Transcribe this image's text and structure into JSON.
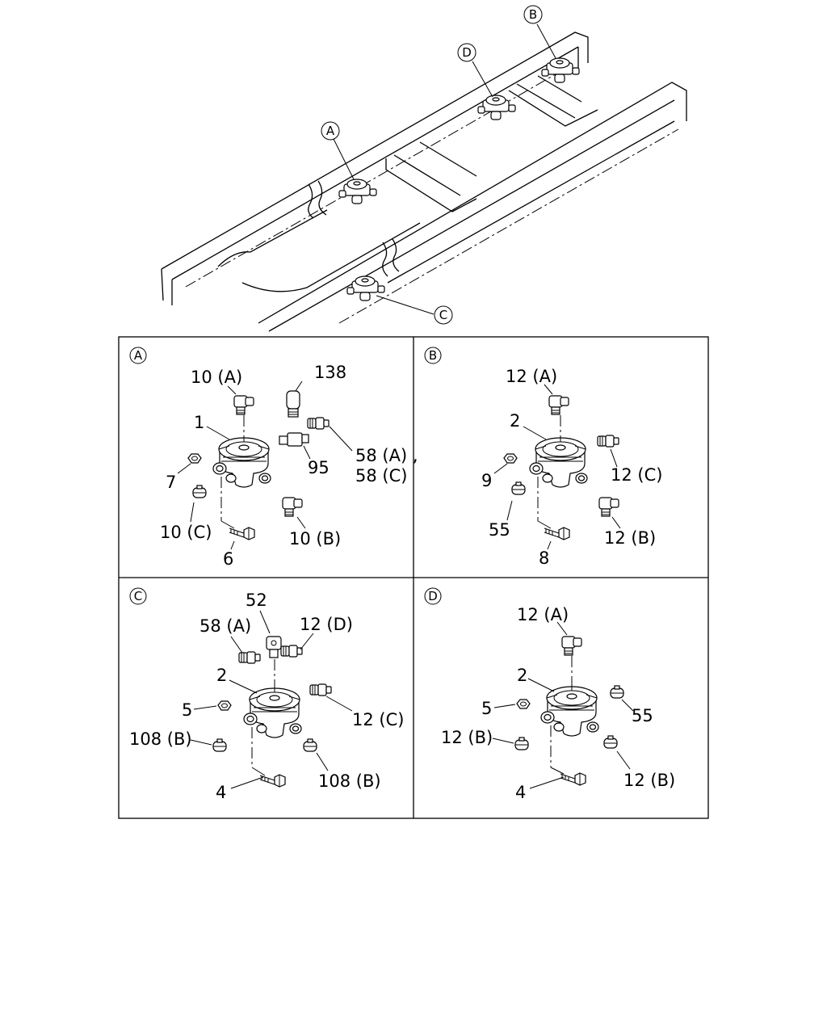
{
  "overview": {
    "callouts": [
      {
        "id": "callout-b",
        "letter": "B"
      },
      {
        "id": "callout-d",
        "letter": "D"
      },
      {
        "id": "callout-a",
        "letter": "A"
      },
      {
        "id": "callout-c",
        "letter": "C"
      }
    ]
  },
  "panels": {
    "a": {
      "letter": "A",
      "labels": [
        "10 (A)",
        "138",
        "1",
        "58 (A) ,",
        "58 (C)",
        "95",
        "7",
        "10 (C)",
        "10 (B)",
        "6"
      ]
    },
    "b": {
      "letter": "B",
      "labels": [
        "12 (A)",
        "2",
        "12 (C)",
        "9",
        "55",
        "12 (B)",
        "8"
      ]
    },
    "c": {
      "letter": "C",
      "labels": [
        "52",
        "58 (A)",
        "12 (D)",
        "2",
        "5",
        "12 (C)",
        "108 (B)",
        "108 (B)",
        "4"
      ]
    },
    "d": {
      "letter": "D",
      "labels": [
        "12 (A)",
        "2",
        "5",
        "55",
        "12 (B)",
        "12 (B)",
        "4"
      ]
    }
  }
}
